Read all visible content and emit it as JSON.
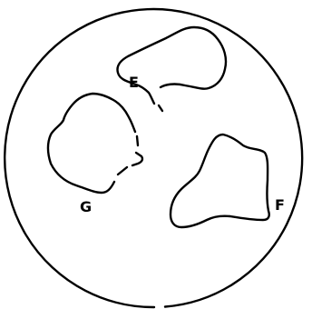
{
  "labels": {
    "E": "E",
    "F": "F",
    "G": "G"
  },
  "colors": {
    "stroke": "#000000",
    "background": "#ffffff"
  }
}
